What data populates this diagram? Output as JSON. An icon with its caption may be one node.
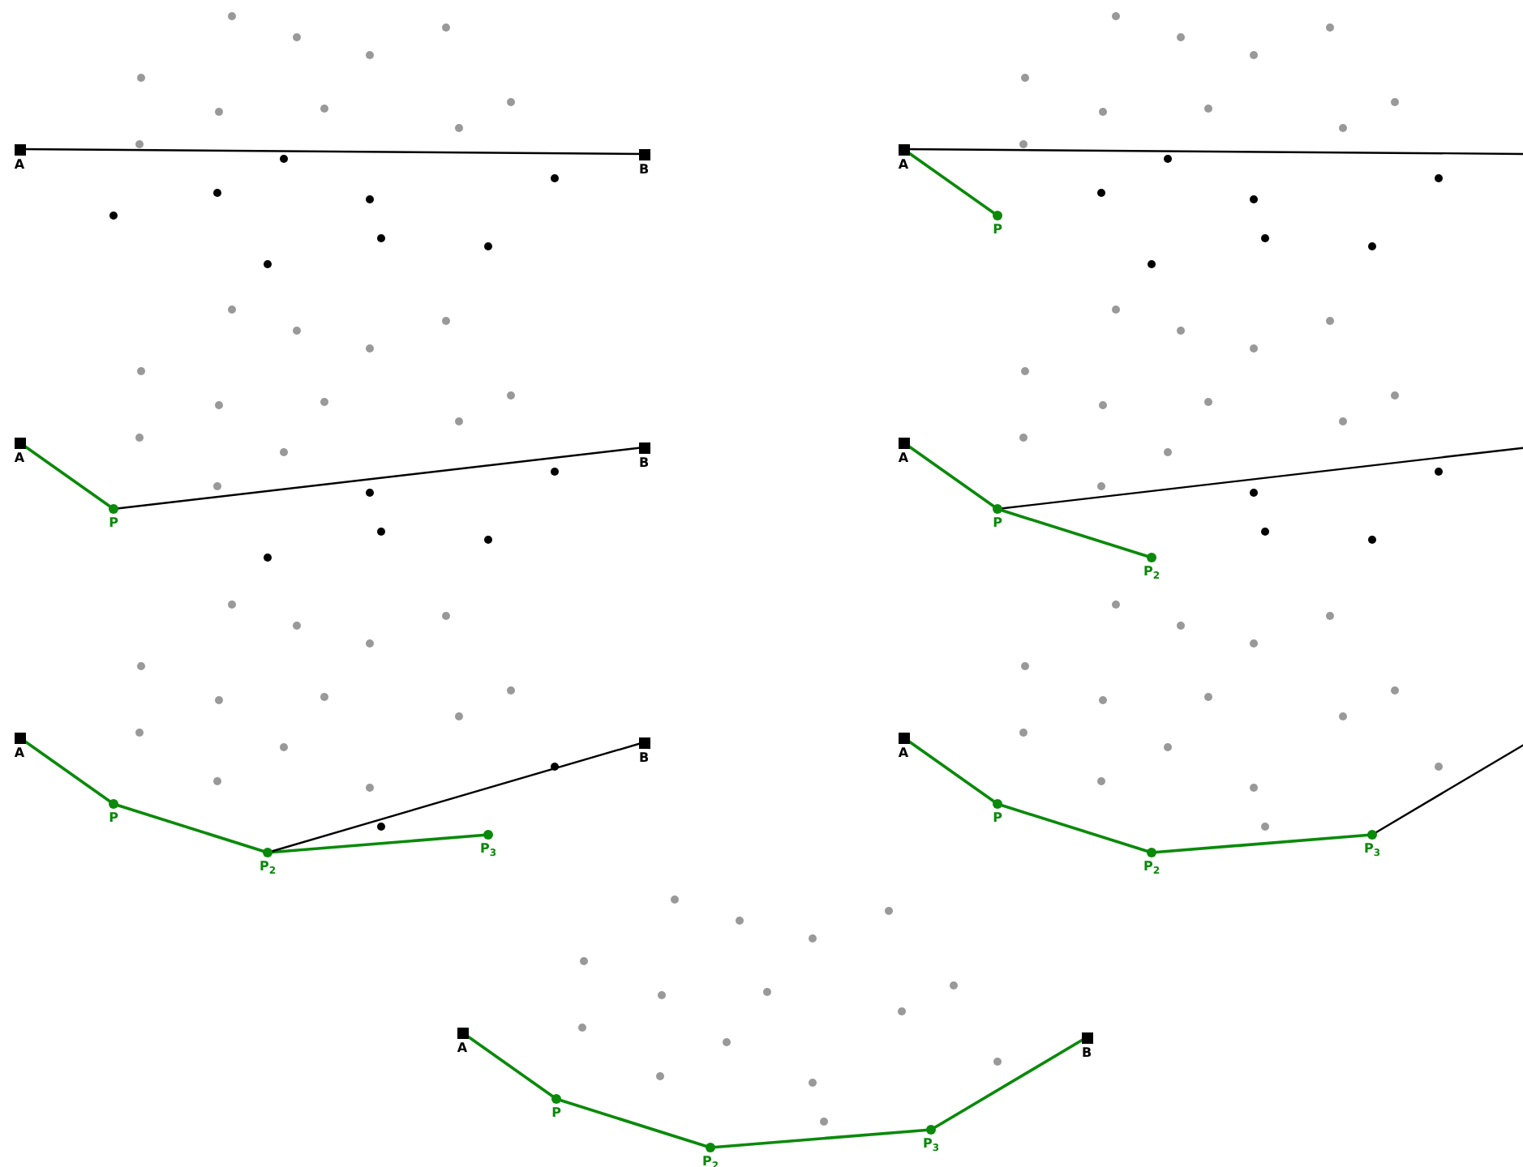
{
  "diagram": {
    "nodes": [
      {
        "text": [
          "A"
        ]
      },
      {
        "text": [
          "B"
        ]
      },
      {
        "text": [
          "A"
        ]
      },
      {
        "text": [
          "P"
        ]
      },
      {
        "text": [
          "A"
        ]
      },
      {
        "text": [
          "P"
        ]
      },
      {
        "text": [
          "B"
        ]
      },
      {
        "text": [
          "A"
        ]
      },
      {
        "text": [
          "P"
        ]
      },
      {
        "text": [
          "P$_{2}$"
        ]
      },
      {
        "text": [
          "A"
        ]
      },
      {
        "text": [
          "P"
        ]
      },
      {
        "text": [
          "P$_{2}$"
        ]
      },
      {
        "text": [
          "P$_{3}$"
        ]
      },
      {
        "text": [
          "B"
        ]
      },
      {
        "text": [
          "A"
        ]
      },
      {
        "text": [
          "P"
        ]
      },
      {
        "text": [
          "P$_{2}$"
        ]
      },
      {
        "text": [
          "P$_{3}$"
        ]
      },
      {
        "text": [
          "A"
        ]
      },
      {
        "text": [
          "P"
        ]
      },
      {
        "text": [
          "P$_{2}$"
        ]
      },
      {
        "text": [
          "P$_{3}$"
        ]
      },
      {
        "text": [
          "B"
        ]
      }
    ],
    "edges": [
      {
        "from": 0,
        "to": 1,
        "arrow": "none",
        "color": "#000000"
      },
      {
        "from": 2,
        "to": 3,
        "arrow": "none"
      },
      {
        "from": 2,
        "to": null,
        "arrow": "none",
        "color": "#000000"
      },
      {
        "from": 4,
        "to": 5,
        "arrow": "none"
      },
      {
        "from": 5,
        "to": 6,
        "arrow": "none",
        "color": "#000000"
      },
      {
        "from": 7,
        "to": 8,
        "arrow": "none"
      },
      {
        "from": 8,
        "to": 9,
        "arrow": "none"
      },
      {
        "from": 8,
        "to": null,
        "arrow": "none",
        "color": "#000000"
      },
      {
        "from": 10,
        "to": 11,
        "arrow": "none"
      },
      {
        "from": 11,
        "to": 12,
        "arrow": "none"
      },
      {
        "from": 12,
        "to": 13,
        "arrow": "none"
      },
      {
        "from": 12,
        "to": 14,
        "arrow": "none",
        "color": "#000000"
      },
      {
        "from": 15,
        "to": 16,
        "arrow": "none"
      },
      {
        "from": 16,
        "to": 17,
        "arrow": "none"
      },
      {
        "from": 17,
        "to": 18,
        "arrow": "none"
      },
      {
        "from": 18,
        "to": null,
        "arrow": "none",
        "color": "#000000"
      },
      {
        "from": 19,
        "to": 20,
        "arrow": "none"
      },
      {
        "from": 20,
        "to": 21,
        "arrow": "none"
      },
      {
        "from": 21,
        "to": 22,
        "arrow": "none"
      },
      {
        "from": 22,
        "to": 23,
        "arrow": "none"
      }
    ]
  }
}
